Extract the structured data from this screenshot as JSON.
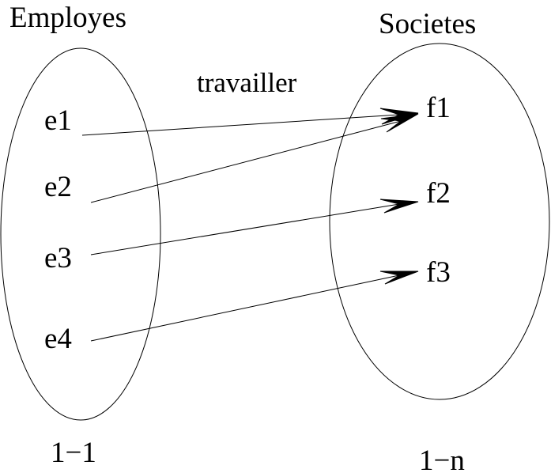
{
  "diagram": {
    "relation_label": "travailler",
    "left_set": {
      "title": "Employes",
      "cardinality": "1−1",
      "elements": [
        "e1",
        "e2",
        "e3",
        "e4"
      ]
    },
    "right_set": {
      "title": "Societes",
      "cardinality": "1−n",
      "elements": [
        "f1",
        "f2",
        "f3"
      ]
    },
    "mappings": [
      {
        "from": "e1",
        "to": "f1"
      },
      {
        "from": "e2",
        "to": "f1"
      },
      {
        "from": "e3",
        "to": "f2"
      },
      {
        "from": "e4",
        "to": "f3"
      }
    ],
    "colors": {
      "stroke": "#000000",
      "background": "#ffffff"
    }
  }
}
